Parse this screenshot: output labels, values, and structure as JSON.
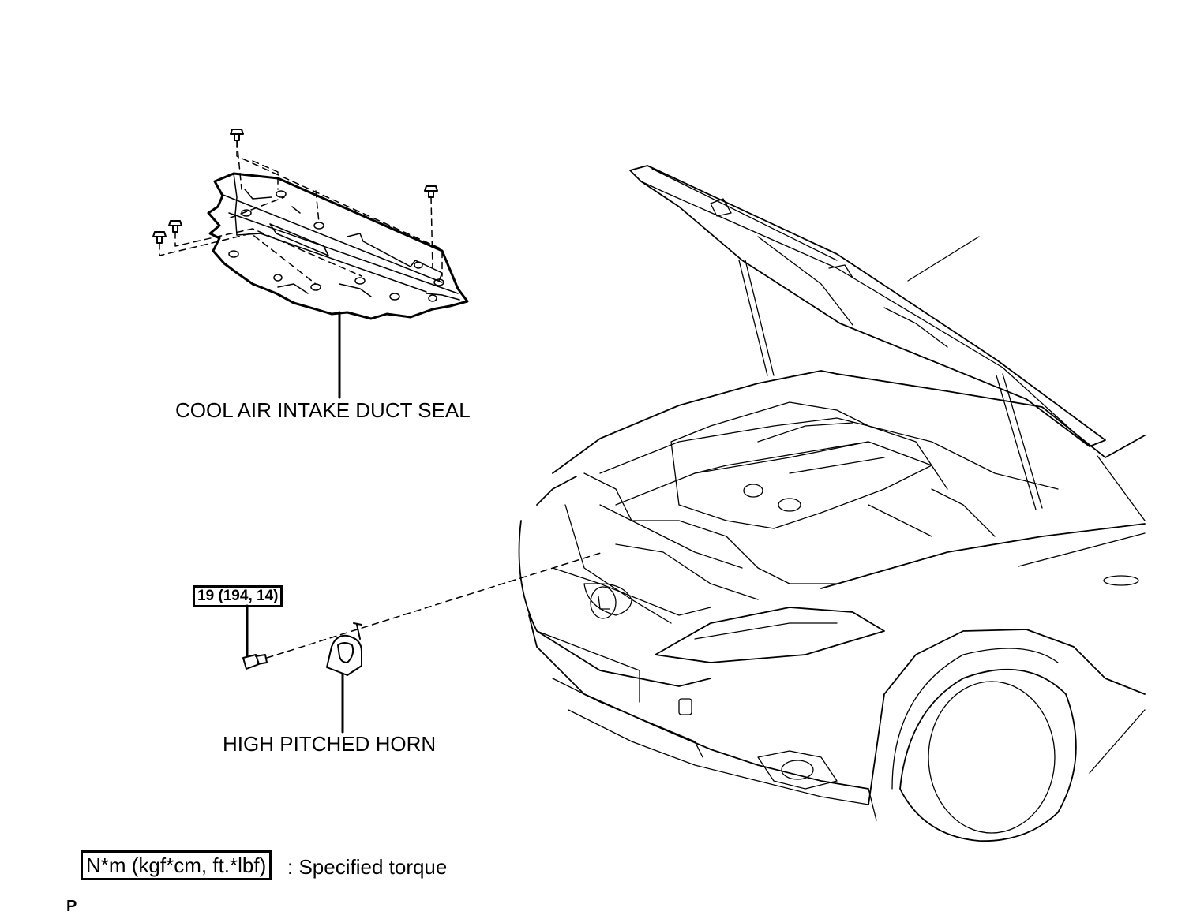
{
  "labels": {
    "duct_seal": "COOL AIR INTAKE DUCT SEAL",
    "horn": "HIGH PITCHED HORN"
  },
  "torque": {
    "bolt_value": "19 (194, 14)"
  },
  "legend": {
    "unit_box": "N*m (kgf*cm, ft.*lbf)",
    "description": ": Specified torque"
  },
  "figure_code": "P"
}
